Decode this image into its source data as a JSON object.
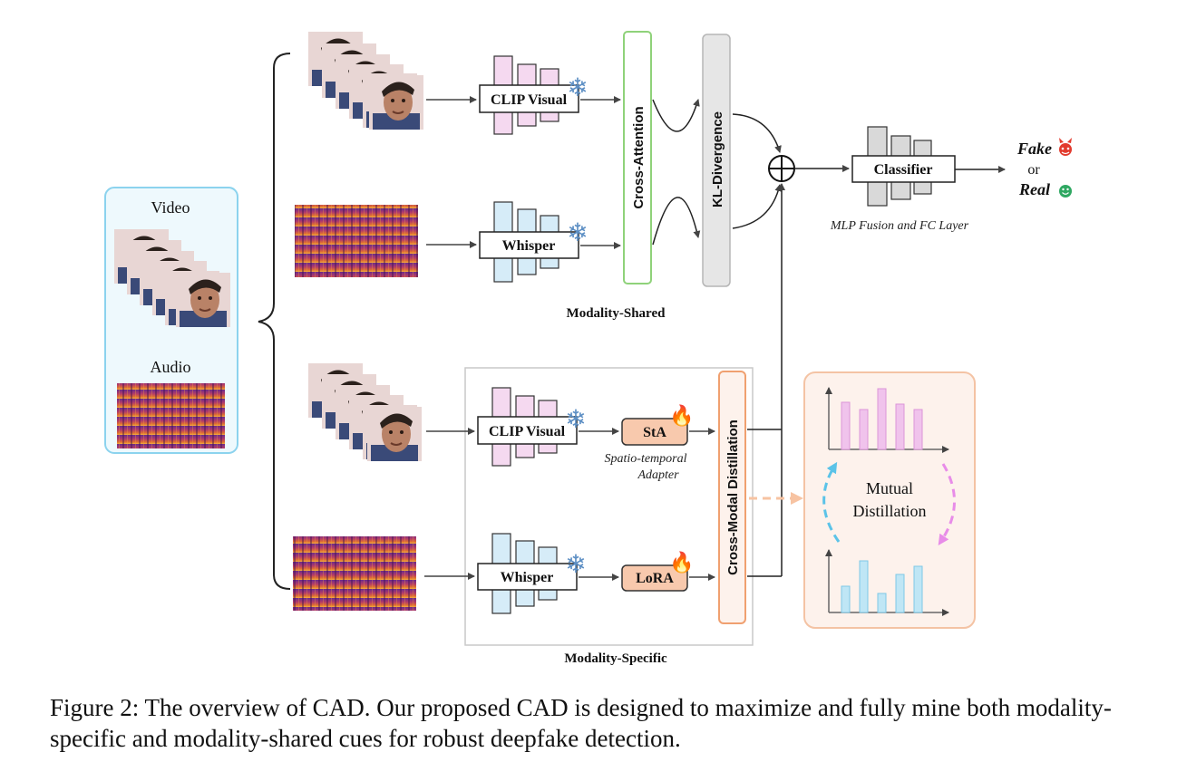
{
  "input": {
    "video_label": "Video",
    "audio_label": "Audio"
  },
  "shared": {
    "clip_label": "CLIP Visual",
    "whisper_label": "Whisper",
    "cross_attention_label": "Cross-Attention",
    "kl_label": "KL-Divergence",
    "section_label": "Modality-Shared"
  },
  "classifier": {
    "label": "Classifier",
    "caption": "MLP Fusion and FC Layer",
    "fake": "Fake",
    "or": "or",
    "real": "Real"
  },
  "specific": {
    "clip_label": "CLIP Visual",
    "whisper_label": "Whisper",
    "sta_label": "StA",
    "sta_caption_line1": "Spatio-temporal",
    "sta_caption_line2": "Adapter",
    "lora_label": "LoRA",
    "distill_label": "Cross-Modal Distillation",
    "section_label": "Modality-Specific"
  },
  "mutual": {
    "line1": "Mutual",
    "line2": "Distillation"
  },
  "caption": "Figure 2: The overview of CAD. Our proposed CAD is designed to maximize and fully mine both modality-specific and modality-shared cues for robust deepfake detection.",
  "icons": {
    "frozen": "snowflake-icon",
    "trainable": "fire-icon",
    "fake": "devil-face-icon",
    "real": "smiley-face-icon",
    "fusion": "circled-plus-icon"
  },
  "colors": {
    "clip_bar": "#f5d9f0",
    "whisper_bar": "#d6ecf8",
    "cross_attention_border": "#8fd27a",
    "kl_fill": "#e6e6e6",
    "distill_border": "#f0a070",
    "adapter_fill": "#f8c9ad",
    "mutual_fill": "#fdf2ec",
    "input_border": "#8cd3ee",
    "pink_bar": "#f0c3ec",
    "blue_bar": "#bfe6f5"
  }
}
